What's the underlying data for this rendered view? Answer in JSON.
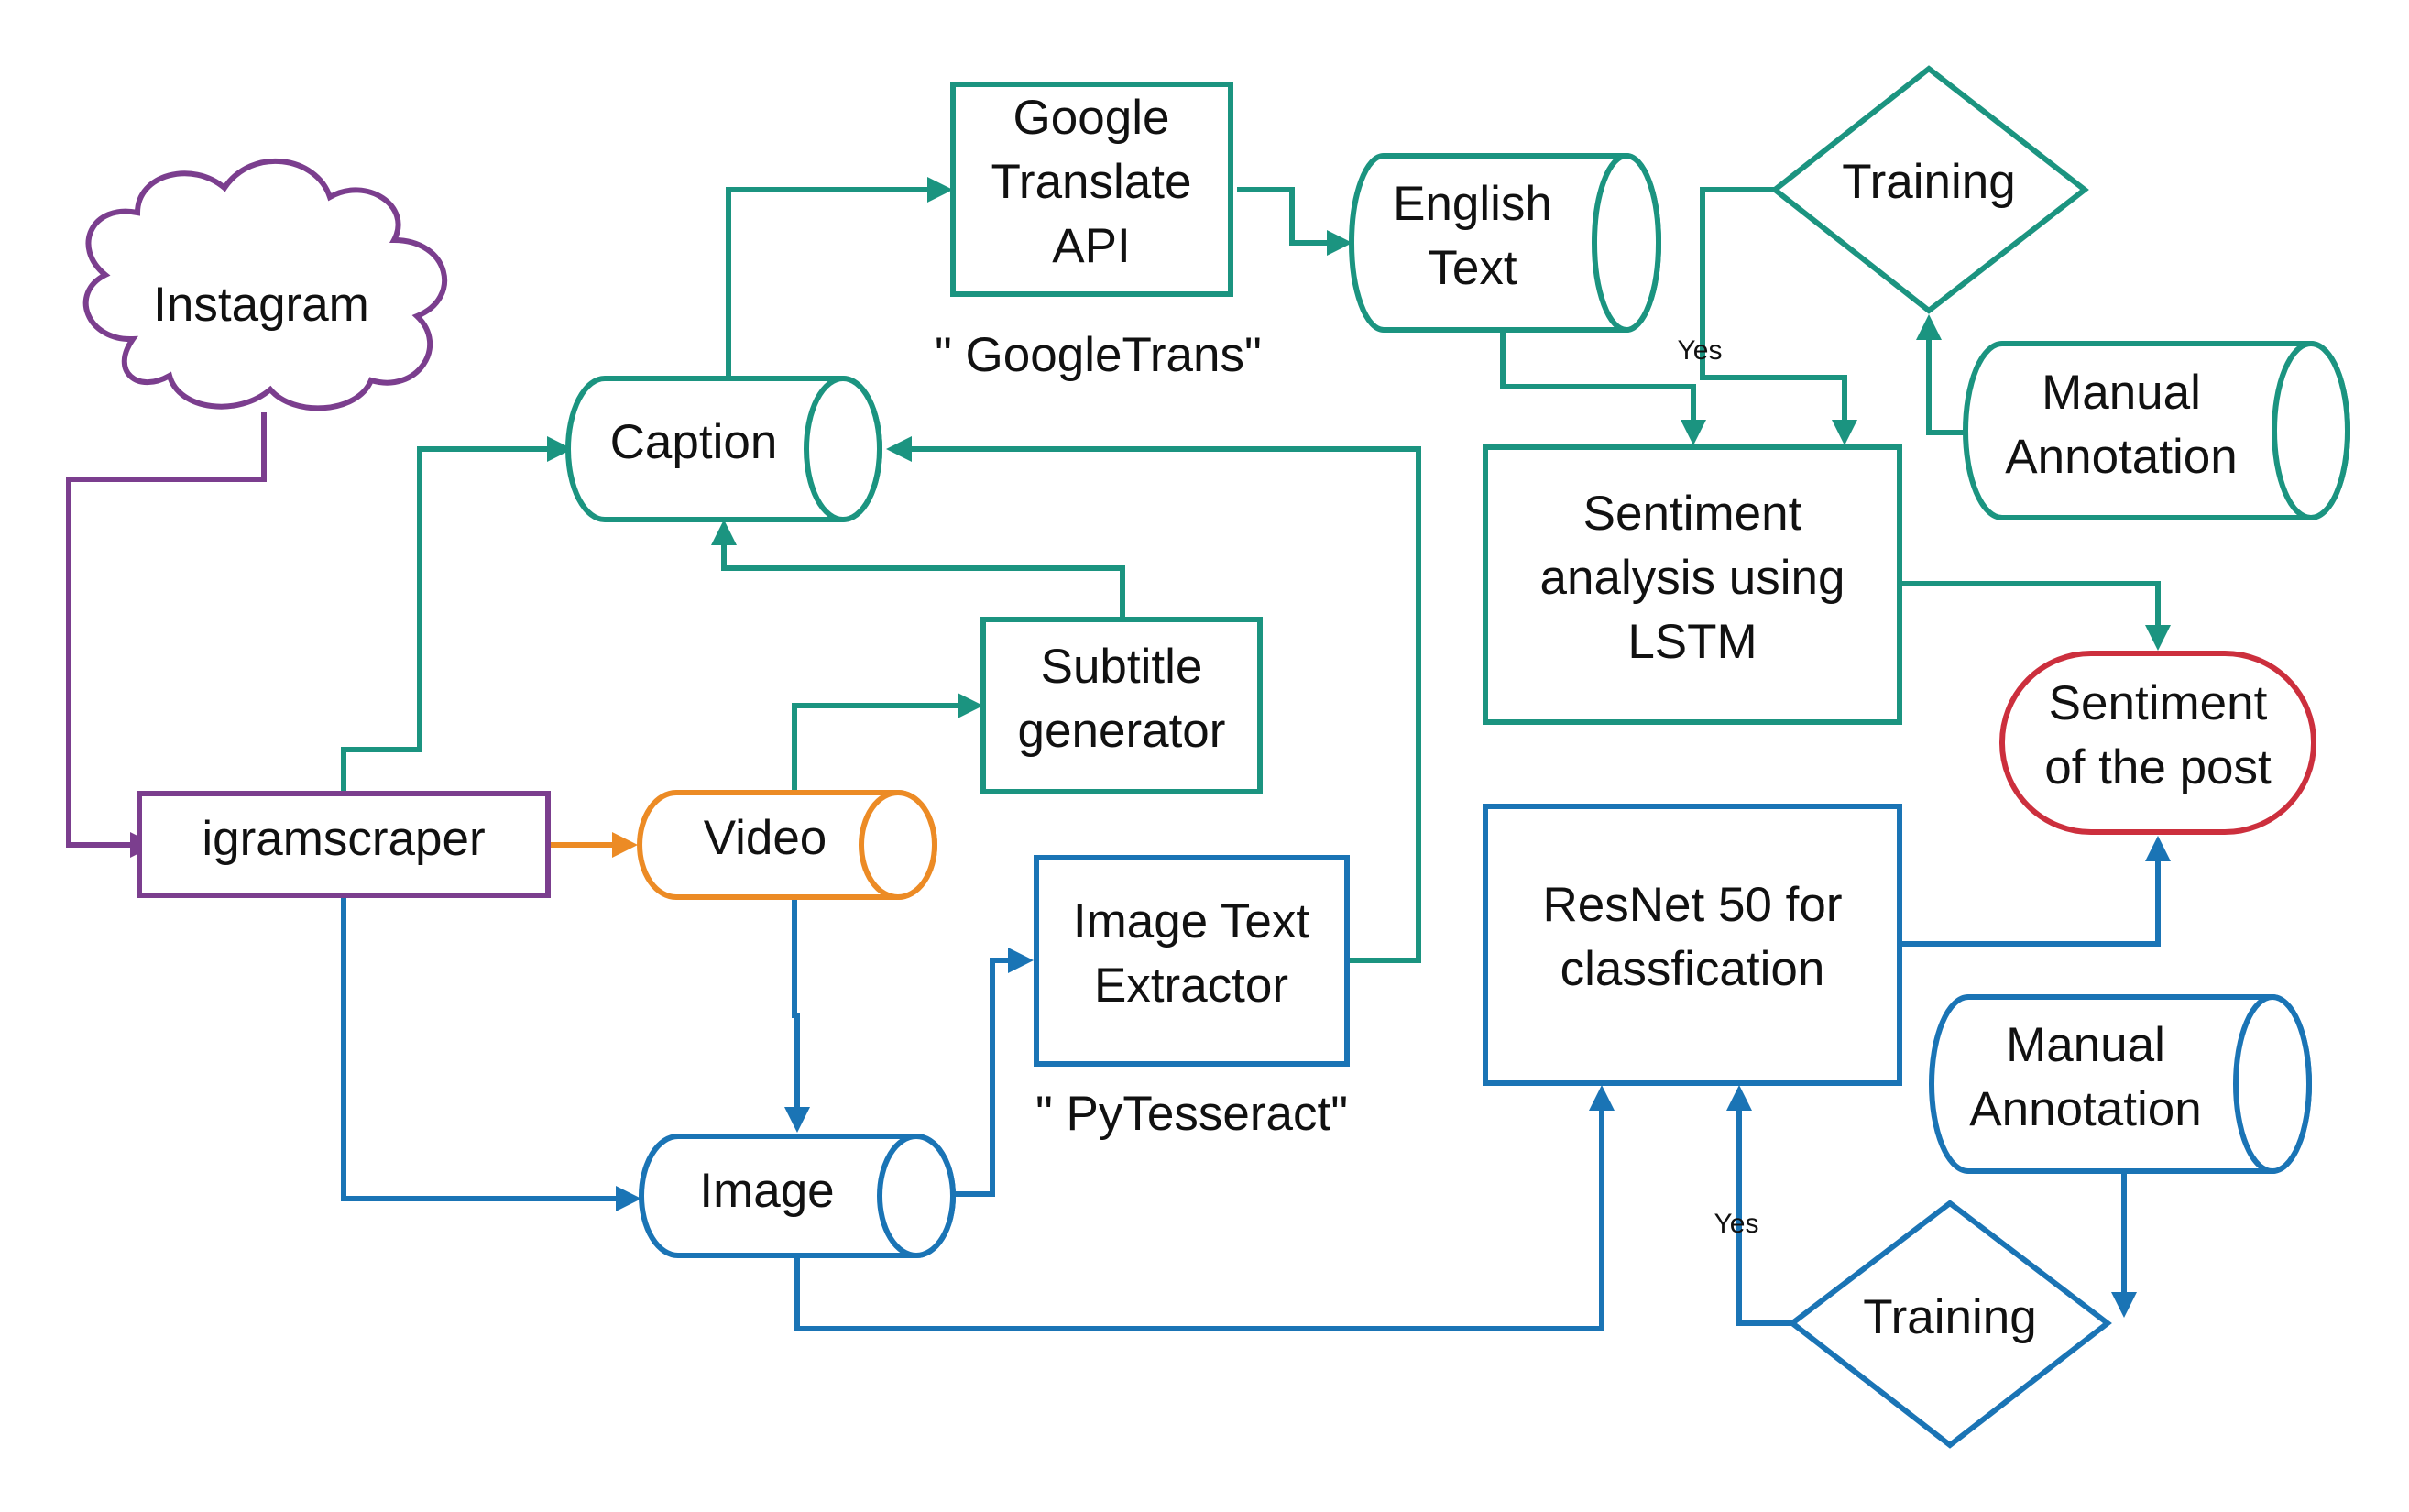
{
  "colors": {
    "teal": "#1b9480",
    "blue": "#1a74b5",
    "purple": "#7b3e8e",
    "orange": "#ec8b25",
    "red": "#cc2f3d"
  },
  "nodes": {
    "instagram": "Instagram",
    "igramscraper": "igramscraper",
    "caption": "Caption",
    "video": "Video",
    "image": "Image",
    "google_translate": [
      "Google",
      "Translate",
      "API"
    ],
    "googletrans_note": "\" GoogleTrans\"",
    "english_text": [
      "English",
      "Text"
    ],
    "subtitle_generator": [
      "Subtitle",
      "generator"
    ],
    "image_text_extractor": [
      "Image Text",
      "Extractor"
    ],
    "pytesseract_note": "\" PyTesseract\"",
    "sentiment_lstm": [
      "Sentiment",
      "analysis using",
      "LSTM"
    ],
    "resnet": [
      "ResNet 50 for",
      "classfication"
    ],
    "training_top": "Training",
    "training_bottom": "Training",
    "manual_annotation_top": [
      "Manual",
      "Annotation"
    ],
    "manual_annotation_bottom": [
      "Manual",
      "Annotation"
    ],
    "sentiment_post": [
      "Sentiment",
      "of the post"
    ]
  },
  "edge_labels": {
    "yes_top": "Yes",
    "yes_bottom": "Yes"
  }
}
